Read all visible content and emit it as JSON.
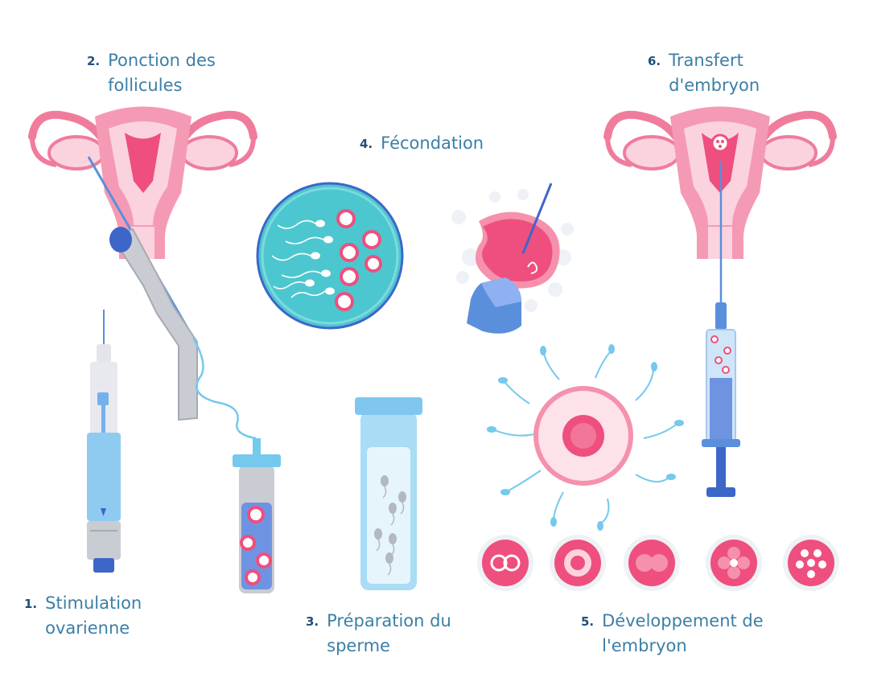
{
  "steps": [
    {
      "num": "1.",
      "lines": [
        "Stimulation",
        "ovarienne"
      ]
    },
    {
      "num": "2.",
      "lines": [
        "Ponction des",
        "follicules"
      ]
    },
    {
      "num": "3.",
      "lines": [
        "Préparation du",
        "sperme"
      ]
    },
    {
      "num": "4.",
      "lines": [
        "Fécondation"
      ]
    },
    {
      "num": "5.",
      "lines": [
        "Développement de",
        "l'embryon"
      ]
    },
    {
      "num": "6.",
      "lines": [
        "Transfert",
        "d'embryon"
      ]
    }
  ],
  "colors": {
    "label_text": "#3b7fa6",
    "step_number": "#1f4f7a",
    "uterus_pink": "#f07c9c",
    "uterus_light": "#fbd3de",
    "cell_pink": "#ee4f7e",
    "tool_blue": "#5a8fdc",
    "petri_teal": "#4cc7cf",
    "tube_light_blue": "#a9dcf5",
    "sperm_blue": "#74c9ec"
  }
}
